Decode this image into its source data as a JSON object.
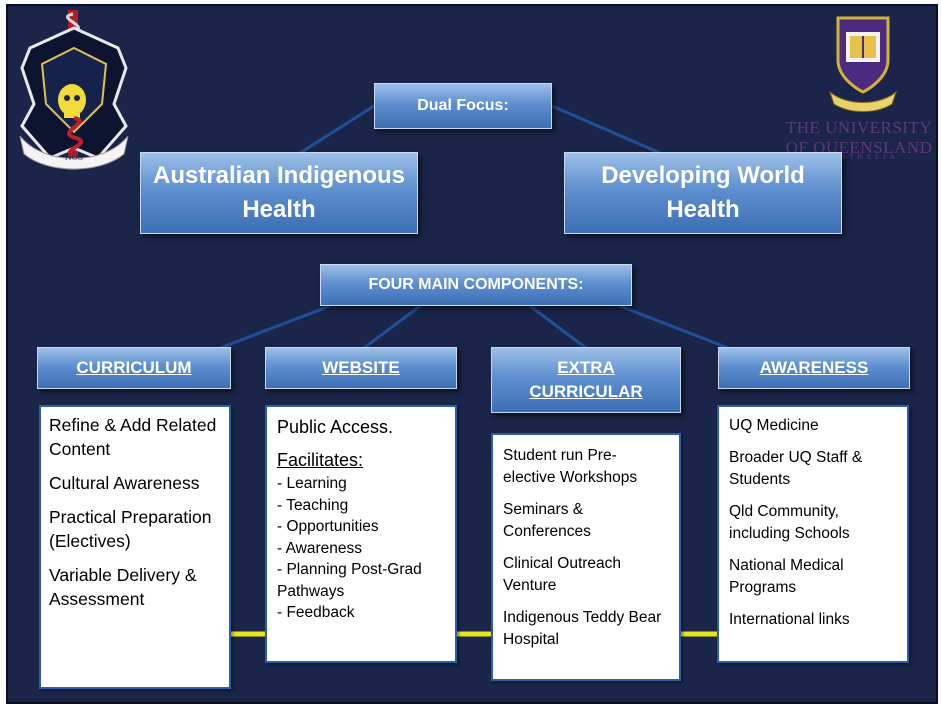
{
  "header": {
    "dual_focus": "Dual Focus:",
    "focus_left": "Australian Indigenous Health",
    "focus_right": "Developing World Health",
    "four_components": "FOUR MAIN COMPONENTS:"
  },
  "components": [
    {
      "label": "CURRICULUM"
    },
    {
      "label": "WEBSITE"
    },
    {
      "label": "EXTRA CURRICULAR"
    },
    {
      "label": "AWARENESS"
    }
  ],
  "curriculum": {
    "items": [
      "Refine & Add Related Content",
      "Cultural Awareness",
      "Practical Preparation (Electives)",
      "Variable Delivery & Assessment"
    ]
  },
  "website": {
    "public": "Public Access.",
    "facilitates": "Facilitates:",
    "items": [
      "-  Learning",
      "-  Teaching",
      "-  Opportunities",
      "-  Awareness",
      "- Planning Post-Grad Pathways",
      "- Feedback"
    ]
  },
  "extra_curricular": {
    "items": [
      "Student run Pre-elective Workshops",
      "Seminars & Conferences",
      "Clinical Outreach Venture",
      "Indigenous Teddy Bear Hospital"
    ]
  },
  "awareness": {
    "items": [
      "UQ Medicine",
      "Broader UQ Staff & Students",
      "Qld Community, including Schools",
      "National Medical Programs",
      "International links"
    ]
  },
  "logos": {
    "left_crest_motto": "NOS",
    "uq_name": "THE UNIVERSITY OF QUEENSLAND",
    "uq_country": "AUSTRALIA"
  },
  "colors": {
    "background": "#1b2549",
    "box_blue": "#5e8fcf",
    "connector_yellow": "#e6e619"
  }
}
